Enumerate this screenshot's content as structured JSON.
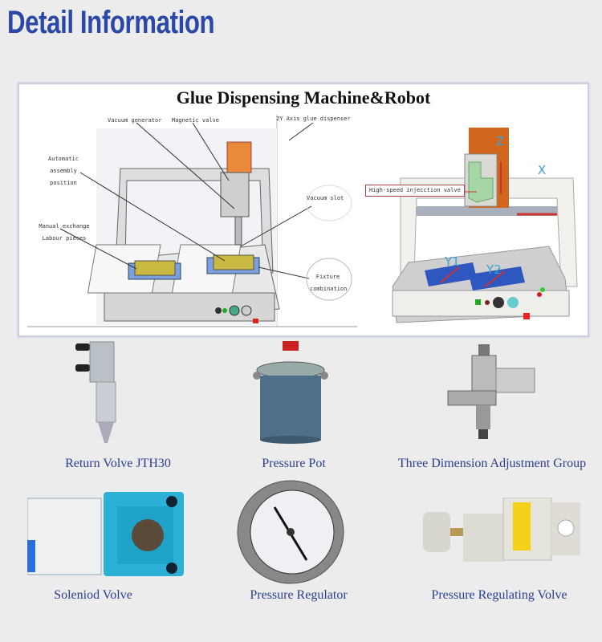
{
  "header": {
    "title": "Detail Information"
  },
  "diagram": {
    "title": "Glue Dispensing Machine&Robot",
    "left_callouts": {
      "vacuum_generator": "Vacuum generator",
      "magnetic_valve": "Magnetic valve",
      "axis_dispenser": "2Y Axis glue dispenser",
      "automatic_assembly": "Automatic assembly position",
      "vacuum_slot": "Vacuum slot",
      "manual_exchange": "Manual exchange Labour pieces",
      "fixture": "Fixture combination"
    },
    "right_callouts": {
      "injection_valve": "High-speed injecction valve",
      "axis_z": "Z",
      "axis_x": "X",
      "axis_y1": "Y1",
      "axis_y2": "Y2"
    }
  },
  "products": [
    {
      "label": "Return Volve JTH30"
    },
    {
      "label": "Pressure Pot"
    },
    {
      "label": "Three Dimension Adjustment Group"
    },
    {
      "label": "Soleniod Volve"
    },
    {
      "label": "Pressure Regulator"
    },
    {
      "label": "Pressure Regulating Volve"
    }
  ],
  "colors": {
    "title": "#2b47a8",
    "label": "#2b3f8f",
    "background": "#ececec",
    "axis_labels": "#3aa0d8",
    "orange": "#e07a2a",
    "blue_fixture": "#2f5fc8"
  }
}
